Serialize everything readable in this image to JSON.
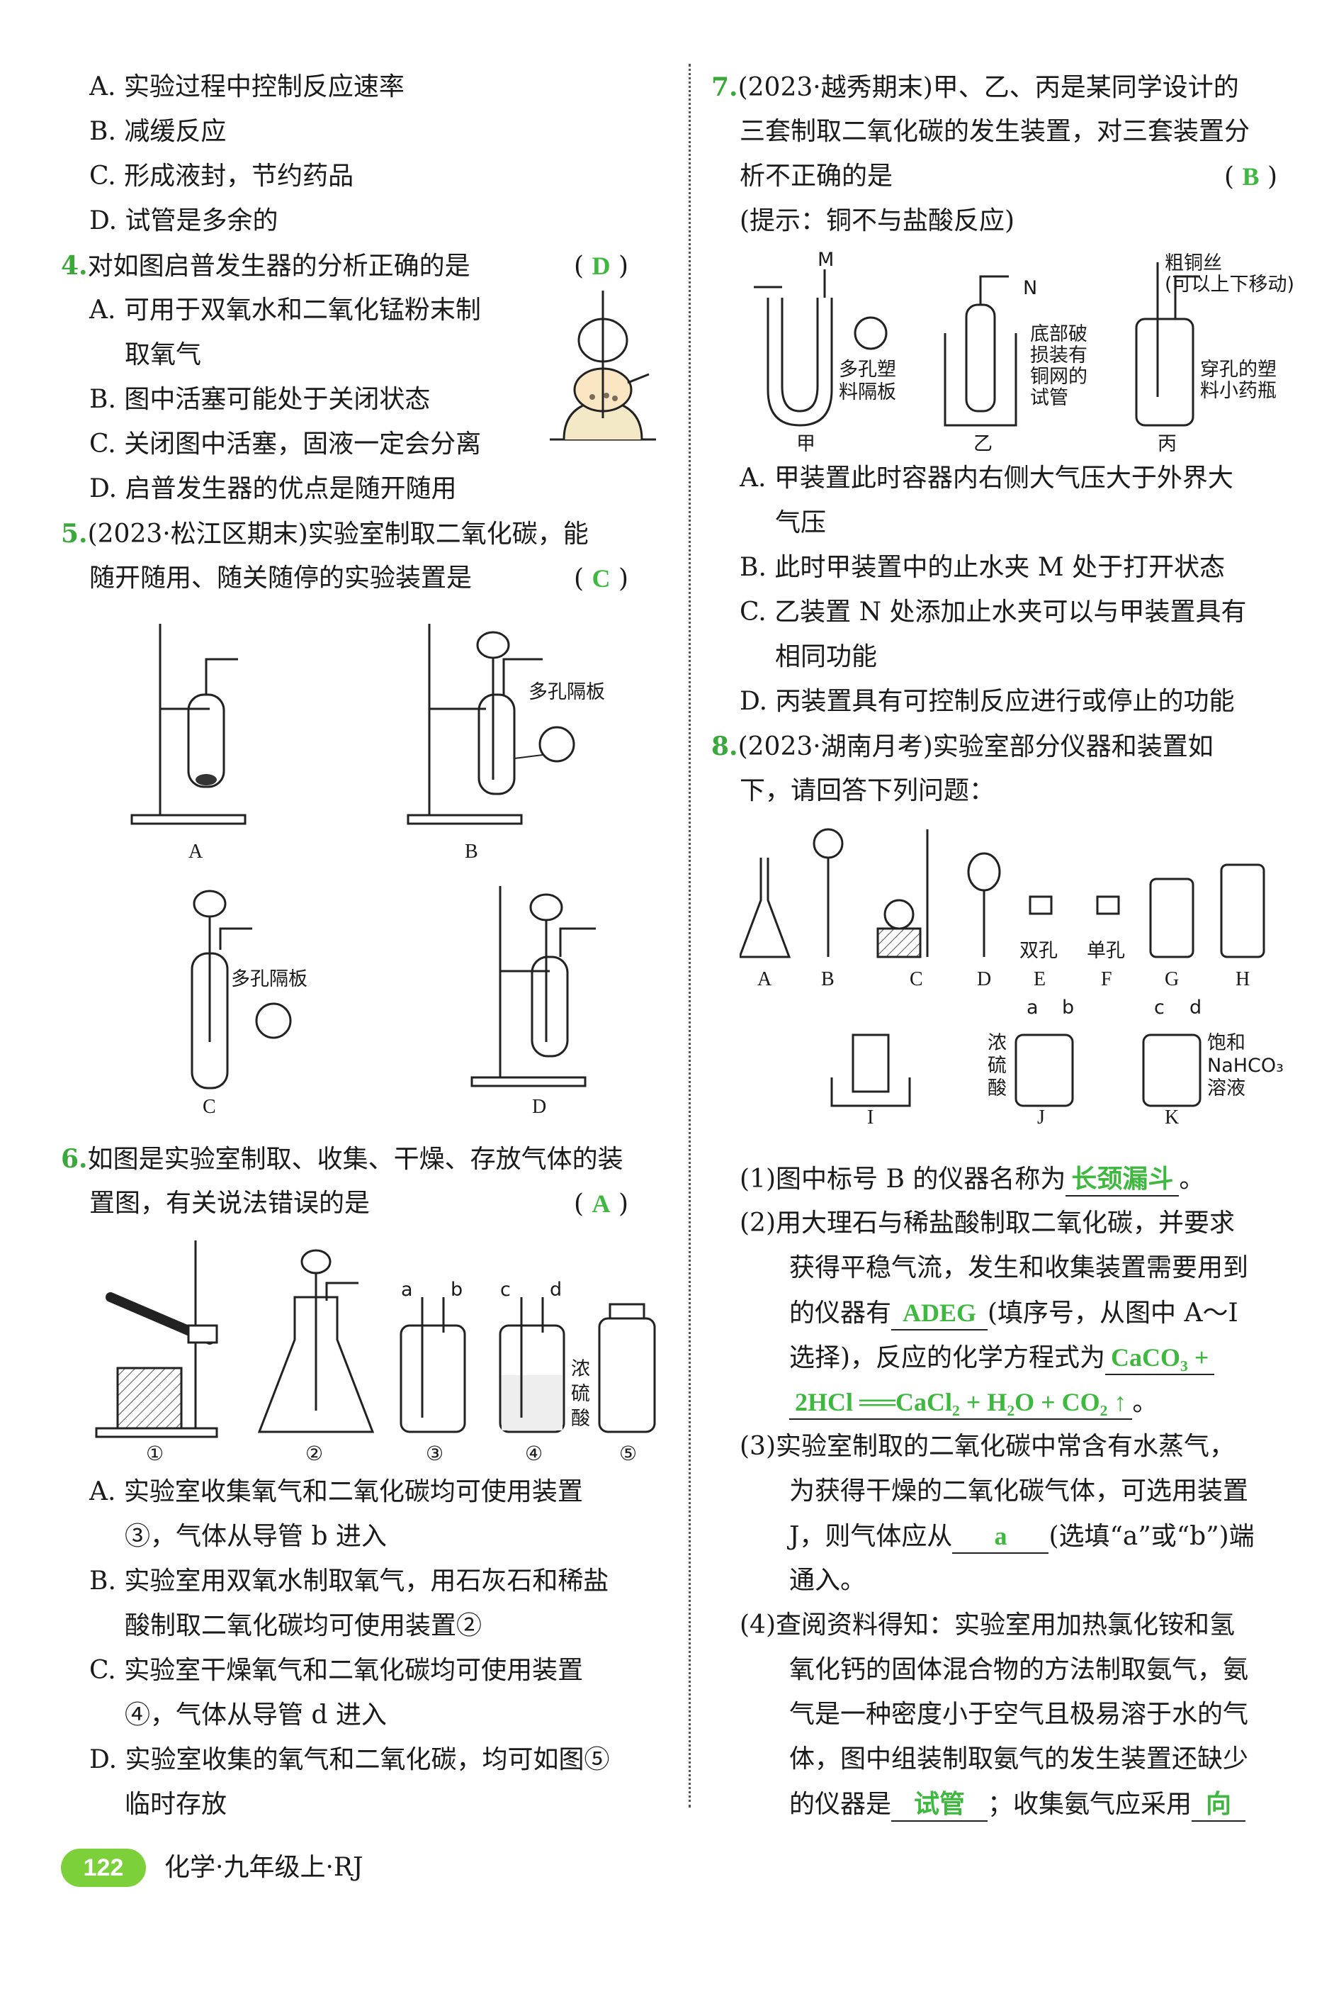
{
  "q3_options": [
    "A. 实验过程中控制反应速率",
    "B. 减缓反应",
    "C. 形成液封，节约药品",
    "D. 试管是多余的"
  ],
  "q4": {
    "num": "4.",
    "stem": "对如图启普发生器的分析正确的是",
    "answer": "D",
    "options": [
      "A. 可用于双氧水和二氧化锰粉末制",
      "取氧气",
      "B. 图中活塞可能处于关闭状态",
      "C. 关闭图中活塞，固液一定会分离",
      "D. 启普发生器的优点是随开随用"
    ]
  },
  "q5": {
    "num": "5.",
    "stem1": "(2023·松江区期末)实验室制取二氧化碳，能",
    "stem2": "随开随用、随关随停的实验装置是",
    "answer": "C",
    "labels": [
      "A",
      "B",
      "C",
      "D"
    ],
    "note_partition": "多孔隔板"
  },
  "q6": {
    "num": "6.",
    "stem1": "如图是实验室制取、收集、干燥、存放气体的装",
    "stem2": "置图，有关说法错误的是",
    "answer": "A",
    "labels": [
      "①",
      "②",
      "③",
      "④",
      "⑤"
    ],
    "tube_letters": [
      "a",
      "b",
      "c",
      "d"
    ],
    "acid_label": [
      "浓",
      "硫",
      "酸"
    ],
    "options": [
      "A. 实验室收集氧气和二氧化碳均可使用装置",
      "③，气体从导管 b 进入",
      "B. 实验室用双氧水制取氧气，用石灰石和稀盐",
      "酸制取二氧化碳均可使用装置②",
      "C. 实验室干燥氧气和二氧化碳均可使用装置",
      "④，气体从导管 d 进入",
      "D. 实验室收集的氧气和二氧化碳，均可如图⑤",
      "临时存放"
    ]
  },
  "q7": {
    "num": "7.",
    "stem1": "(2023·越秀期末)甲、乙、丙是某同学设计的",
    "stem2": "三套制取二氧化碳的发生装置，对三套装置分",
    "stem3": "析不正确的是",
    "answer": "B",
    "hint": "(提示：铜不与盐酸反应)",
    "fig_labels": {
      "jia": "甲",
      "yi": "乙",
      "bing": "丙",
      "m": "M",
      "n": "N",
      "jia_note": [
        "多孔塑",
        "料隔板"
      ],
      "yi_note": [
        "底部破",
        "损装有",
        "铜网的",
        "试管"
      ],
      "bing_wire": [
        "粗铜丝",
        "(可以上下移动)"
      ],
      "bing_note": [
        "穿孔的塑",
        "料小药瓶"
      ]
    },
    "options": [
      "A. 甲装置此时容器内右侧大气压大于外界大",
      "气压",
      "B. 此时甲装置中的止水夹 M 处于打开状态",
      "C. 乙装置 N 处添加止水夹可以与甲装置具有",
      "相同功能",
      "D. 丙装置具有可控制反应进行或停止的功能"
    ]
  },
  "q8": {
    "num": "8.",
    "stem1": "(2023·湖南月考)实验室部分仪器和装置如",
    "stem2": "下，请回答下列问题：",
    "fig_labels": [
      "A",
      "B",
      "C",
      "D",
      "E",
      "F",
      "G",
      "H",
      "I",
      "J",
      "K"
    ],
    "e_note": "双孔",
    "f_note": "单孔",
    "j_note": [
      "浓",
      "硫",
      "酸"
    ],
    "k_note": [
      "饱和",
      "NaHCO₃",
      "溶液"
    ],
    "jk_letters": [
      "a",
      "b",
      "c",
      "d"
    ],
    "p1_pre": "(1)图中标号 B 的仪器名称为",
    "p1_ans": "长颈漏斗",
    "p1_post": "。",
    "p2_l1": "(2)用大理石与稀盐酸制取二氧化碳，并要求",
    "p2_l2": "获得平稳气流，发生和收集装置需要用到",
    "p2_l3_pre": "的仪器有",
    "p2_ans1": "ADEG",
    "p2_l3_post": "(填序号，从图中 A～I",
    "p2_l4_pre": "选择)，反应的化学方程式为",
    "p2_ans2a": "CaCO₃ +",
    "p2_ans2b": "2HCl ══CaCl₂ + H₂O + CO₂ ↑",
    "p2_l5_post": "。",
    "p3_l1": "(3)实验室制取的二氧化碳中常含有水蒸气，",
    "p3_l2": "为获得干燥的二氧化碳气体，可选用装置",
    "p3_l3_pre": "J，则气体应从",
    "p3_ans": "a",
    "p3_l3_post": "(选填“a”或“b”)端",
    "p3_l4": "通入。",
    "p4_l1": "(4)查阅资料得知：实验室用加热氯化铵和氢",
    "p4_l2": "氧化钙的固体混合物的方法制取氨气，氨",
    "p4_l3": "气是一种密度小于空气且极易溶于水的气",
    "p4_l4": "体，图中组装制取氨气的发生装置还缺少",
    "p4_l5_pre": "的仪器是",
    "p4_ans1": "试管",
    "p4_l5_mid": "；收集氨气应采用",
    "p4_ans2": "向"
  },
  "footer": {
    "page": "122",
    "text": "化学·九年级上·RJ"
  },
  "colors": {
    "answer": "#3fb83f",
    "qnum": "#3aa83a",
    "badge": "#7cd13a"
  }
}
